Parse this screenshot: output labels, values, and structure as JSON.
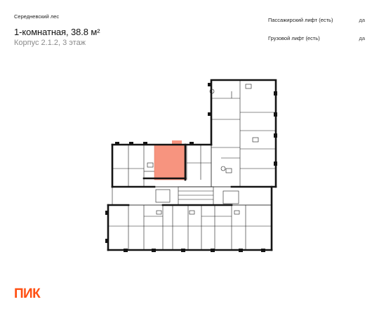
{
  "header": {
    "project_name": "Середневский лес",
    "apartment_title": "1-комнатная, 38.8 м²",
    "building_floor": "Корпус 2.1.2, 3 этаж"
  },
  "features": [
    {
      "label": "Пассажирский лифт (есть)",
      "value": "да"
    },
    {
      "label": "Грузовой лифт (есть)",
      "value": "да"
    }
  ],
  "logo": {
    "text": "ПИК",
    "color": "#ff4f12"
  },
  "plan": {
    "highlight_color": "#f7947f"
  }
}
